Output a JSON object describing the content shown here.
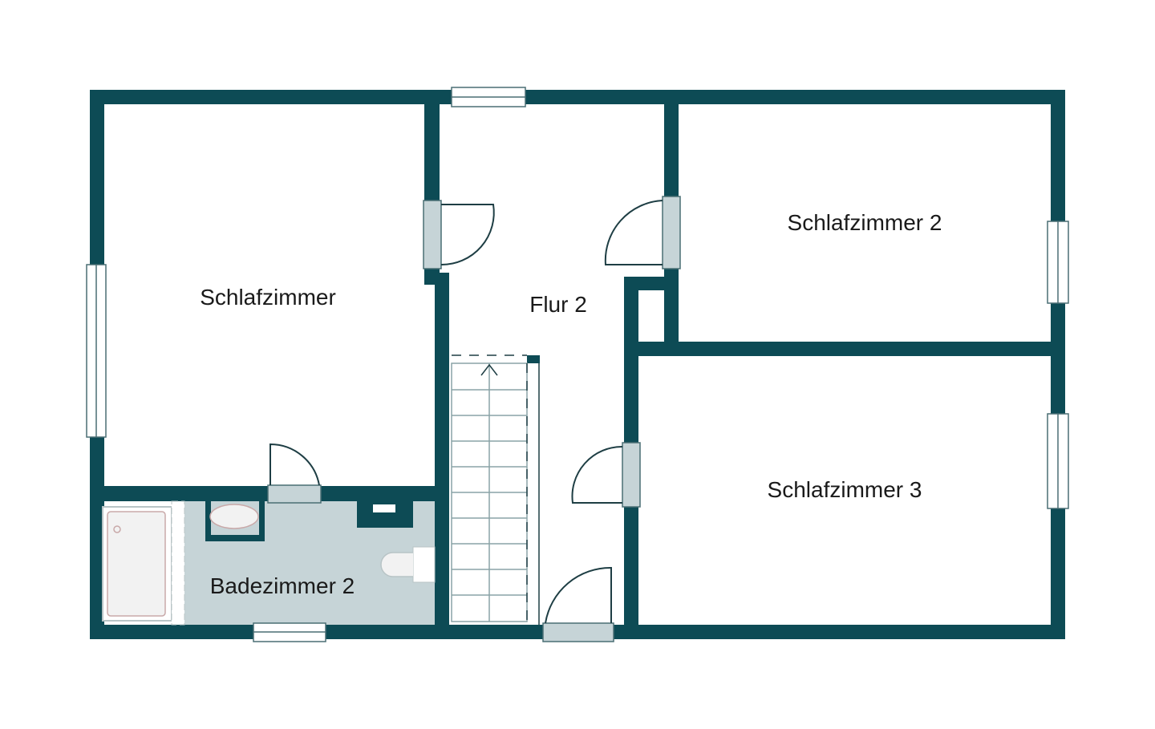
{
  "rooms": {
    "schlafzimmer": "Schlafzimmer",
    "flur": "Flur 2",
    "schlafzimmer2": "Schlafzimmer 2",
    "schlafzimmer3": "Schlafzimmer 3",
    "badezimmer": "Badezimmer 2"
  },
  "colors": {
    "wall": "#0d4b55",
    "bathroom_floor": "#c6d4d7"
  }
}
